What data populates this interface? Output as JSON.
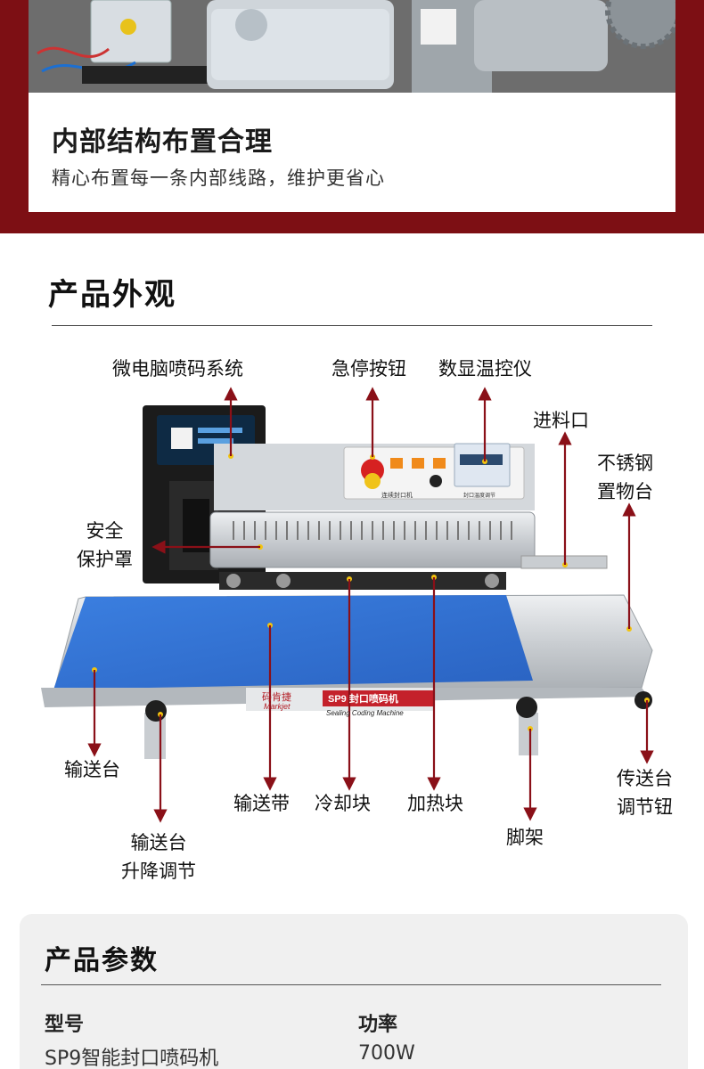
{
  "top": {
    "title": "内部结构布置合理",
    "subtitle": "精心布置每一条内部线路，维护更省心"
  },
  "appearance": {
    "title": "产品外观",
    "labels": {
      "microcomputer": "微电脑喷码系统",
      "estop": "急停按钮",
      "thermo": "数显温控仪",
      "feed": "进料口",
      "shelf_line1": "不锈钢",
      "shelf_line2": "置物台",
      "guard_line1": "安全",
      "guard_line2": "保护罩",
      "conveyor": "输送台",
      "belt": "输送带",
      "cooling": "冷却块",
      "heating": "加热块",
      "lift_line1": "输送台",
      "lift_line2": "升降调节",
      "stand": "脚架",
      "knob_line1": "传送台",
      "knob_line2": "调节钮"
    },
    "machine": {
      "brand_cn": "码肯捷",
      "brand_en": "Markjet",
      "model_plate": "SP9 封口喷码机",
      "model_sub": "Sealing Coding Machine",
      "panel_text": "连续封口机",
      "thermo_text": "封口温度调节"
    }
  },
  "params": {
    "title": "产品参数",
    "model_label": "型号",
    "model_value": "SP9智能封口喷码机",
    "power_label": "功率",
    "power_value": "700W"
  },
  "colors": {
    "maroon": "#7d0f14",
    "arrow": "#8a1018",
    "belt": "#2f6fd1"
  }
}
